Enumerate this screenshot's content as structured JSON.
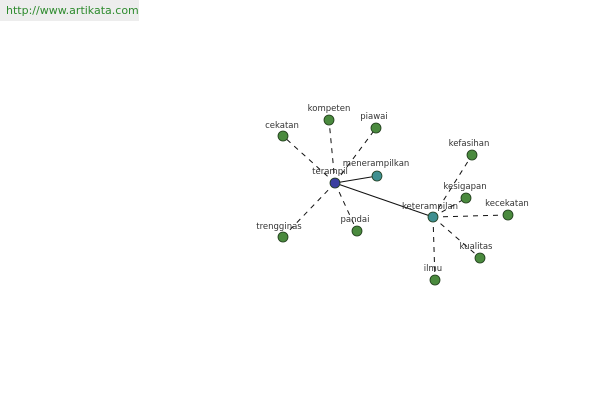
{
  "watermark": {
    "text": "http://www.artikata.com"
  },
  "colors": {
    "background": "#ffffff",
    "watermark_bg": "#ededed",
    "watermark_text": "#2e8b2e",
    "hub_main": "#3a3fa0",
    "hub_secondary": "#3f8f90",
    "leaf": "#4a8a3e",
    "edge": "#111111",
    "label": "#333333"
  },
  "graph": {
    "nodes": [
      {
        "id": "terampil",
        "label": "terampil",
        "kind": "hub_main"
      },
      {
        "id": "keterampilan",
        "label": "keterampilan",
        "kind": "hub_secondary"
      },
      {
        "id": "menerampilkan",
        "label": "menerampilkan",
        "kind": "hub_secondary"
      },
      {
        "id": "kompeten",
        "label": "kompeten",
        "kind": "leaf"
      },
      {
        "id": "piawai",
        "label": "piawai",
        "kind": "leaf"
      },
      {
        "id": "cekatan",
        "label": "cekatan",
        "kind": "leaf"
      },
      {
        "id": "trengginas",
        "label": "trengginas",
        "kind": "leaf"
      },
      {
        "id": "pandai",
        "label": "pandai",
        "kind": "leaf"
      },
      {
        "id": "kefasihan",
        "label": "kefasihan",
        "kind": "leaf"
      },
      {
        "id": "kesigapan",
        "label": "kesigapan",
        "kind": "leaf"
      },
      {
        "id": "kecekatan",
        "label": "kecekatan",
        "kind": "leaf"
      },
      {
        "id": "kualitas",
        "label": "kualitas",
        "kind": "leaf"
      },
      {
        "id": "ilmu",
        "label": "ilmu",
        "kind": "leaf"
      }
    ],
    "edges": [
      {
        "from": "terampil",
        "to": "keterampilan",
        "style": "solid"
      },
      {
        "from": "terampil",
        "to": "menerampilkan",
        "style": "solid"
      },
      {
        "from": "terampil",
        "to": "kompeten",
        "style": "dashed"
      },
      {
        "from": "terampil",
        "to": "piawai",
        "style": "dashed"
      },
      {
        "from": "terampil",
        "to": "cekatan",
        "style": "dashed"
      },
      {
        "from": "terampil",
        "to": "trengginas",
        "style": "dashed"
      },
      {
        "from": "terampil",
        "to": "pandai",
        "style": "dashed"
      },
      {
        "from": "keterampilan",
        "to": "kefasihan",
        "style": "dashed"
      },
      {
        "from": "keterampilan",
        "to": "kesigapan",
        "style": "dashed"
      },
      {
        "from": "keterampilan",
        "to": "kecekatan",
        "style": "dashed"
      },
      {
        "from": "keterampilan",
        "to": "kualitas",
        "style": "dashed"
      },
      {
        "from": "keterampilan",
        "to": "ilmu",
        "style": "dashed"
      }
    ]
  }
}
